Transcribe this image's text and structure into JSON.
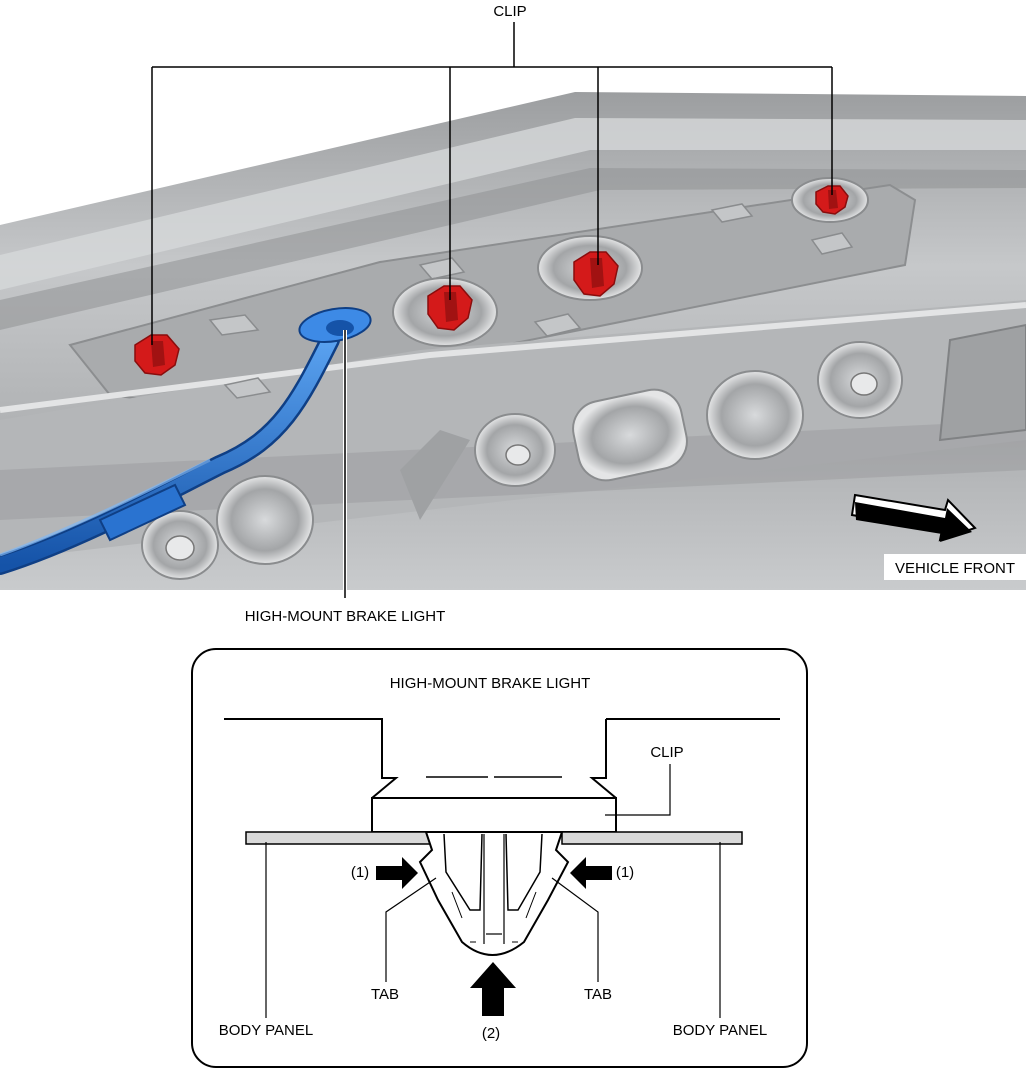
{
  "top_view": {
    "clip_label": "CLIP",
    "brake_light_label": "HIGH-MOUNT BRAKE LIGHT",
    "vehicle_front_label": "VEHICLE FRONT",
    "clip_color": "#d41a1a",
    "light_color": "#1f72d6",
    "panel_color": "#b8babc"
  },
  "detail_view": {
    "title": "HIGH-MOUNT BRAKE LIGHT",
    "clip_label": "CLIP",
    "arrow_1_left": "(1)",
    "arrow_1_right": "(1)",
    "arrow_2": "(2)",
    "tab_left": "TAB",
    "tab_right": "TAB",
    "body_panel_left": "BODY PANEL",
    "body_panel_right": "BODY PANEL"
  }
}
